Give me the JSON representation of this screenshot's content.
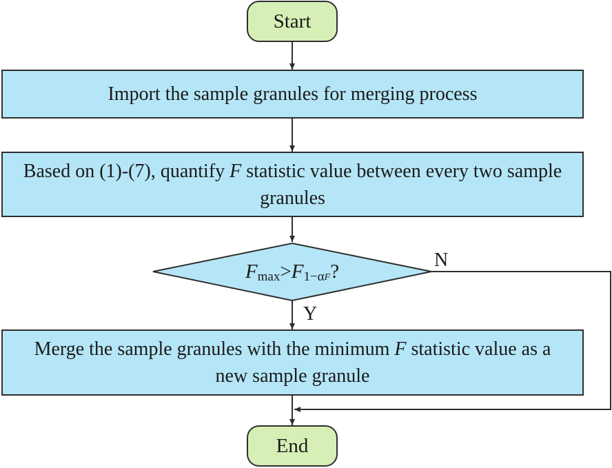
{
  "flowchart": {
    "start": "Start",
    "step_import": "Import the sample granules for merging process",
    "step_quantify_prefix": "Based on (1)-(7), quantify ",
    "step_quantify_var": "F",
    "step_quantify_suffix": " statistic value between every two sample granules",
    "decision": {
      "lhs_var": "F",
      "lhs_sub": "max",
      "operator": ">",
      "rhs_var": "F",
      "rhs_sub": "1−α",
      "rhs_subsub": "F",
      "question_mark": "?"
    },
    "yes_label": "Y",
    "no_label": "N",
    "step_merge_prefix": "Merge the sample granules with the minimum ",
    "step_merge_var": "F",
    "step_merge_suffix": " statistic value as a new sample granule",
    "end": "End"
  },
  "colors": {
    "terminal_fill": "#d6efb6",
    "process_fill": "#b5e6f7",
    "stroke": "#2e2e2e"
  }
}
